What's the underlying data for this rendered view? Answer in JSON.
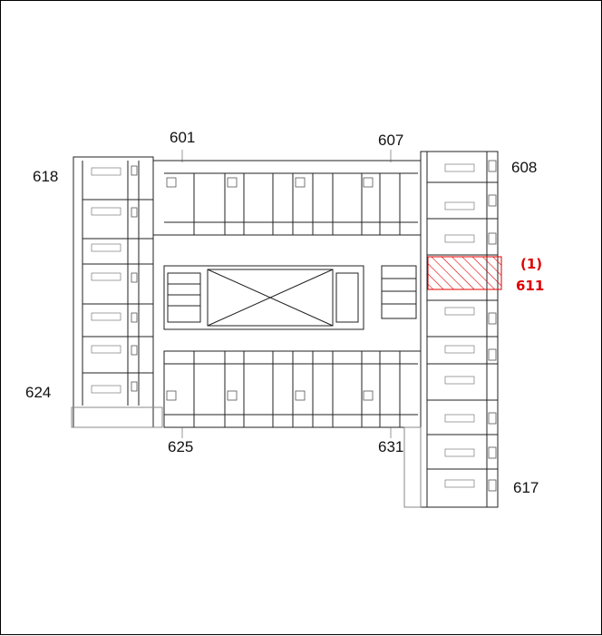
{
  "plan": {
    "room_labels": {
      "r601": "601",
      "r607": "607",
      "r608": "608",
      "r618": "618",
      "r624": "624",
      "r625": "625",
      "r631": "631",
      "r617": "617"
    },
    "highlight": {
      "index": "(1)",
      "room": "611",
      "color": "#e00000"
    }
  }
}
